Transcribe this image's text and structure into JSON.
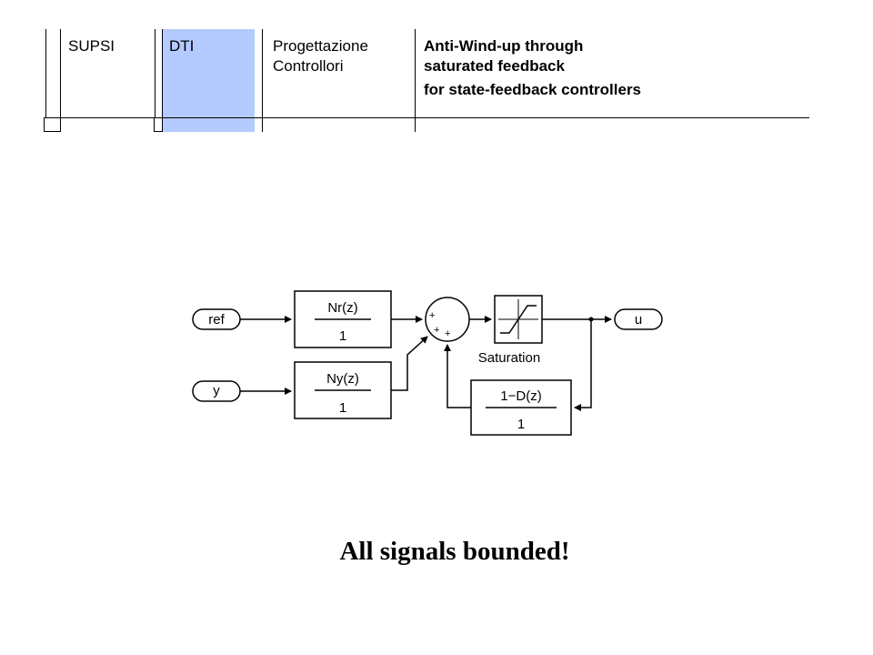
{
  "header": {
    "cell1": "SUPSI",
    "cell2": "DTI",
    "cell3_line1": "Progettazione",
    "cell3_line2": "Controllori",
    "title_line1": "Anti-Wind-up through",
    "title_line2": "saturated feedback",
    "title_line3": "for state-feedback controllers",
    "highlight_color": "#b3cbff"
  },
  "diagram": {
    "inport_ref": "ref",
    "inport_y": "y",
    "outport_u": "u",
    "block_nr_num": "Nr(z)",
    "block_nr_den": "1",
    "block_ny_num": "Ny(z)",
    "block_ny_den": "1",
    "block_fb_num": "1−D(z)",
    "block_fb_den": "1",
    "sum_sign_1": "+",
    "sum_sign_2": "+",
    "sum_sign_3": "+",
    "saturation_label": "Saturation"
  },
  "caption": "All signals bounded!"
}
